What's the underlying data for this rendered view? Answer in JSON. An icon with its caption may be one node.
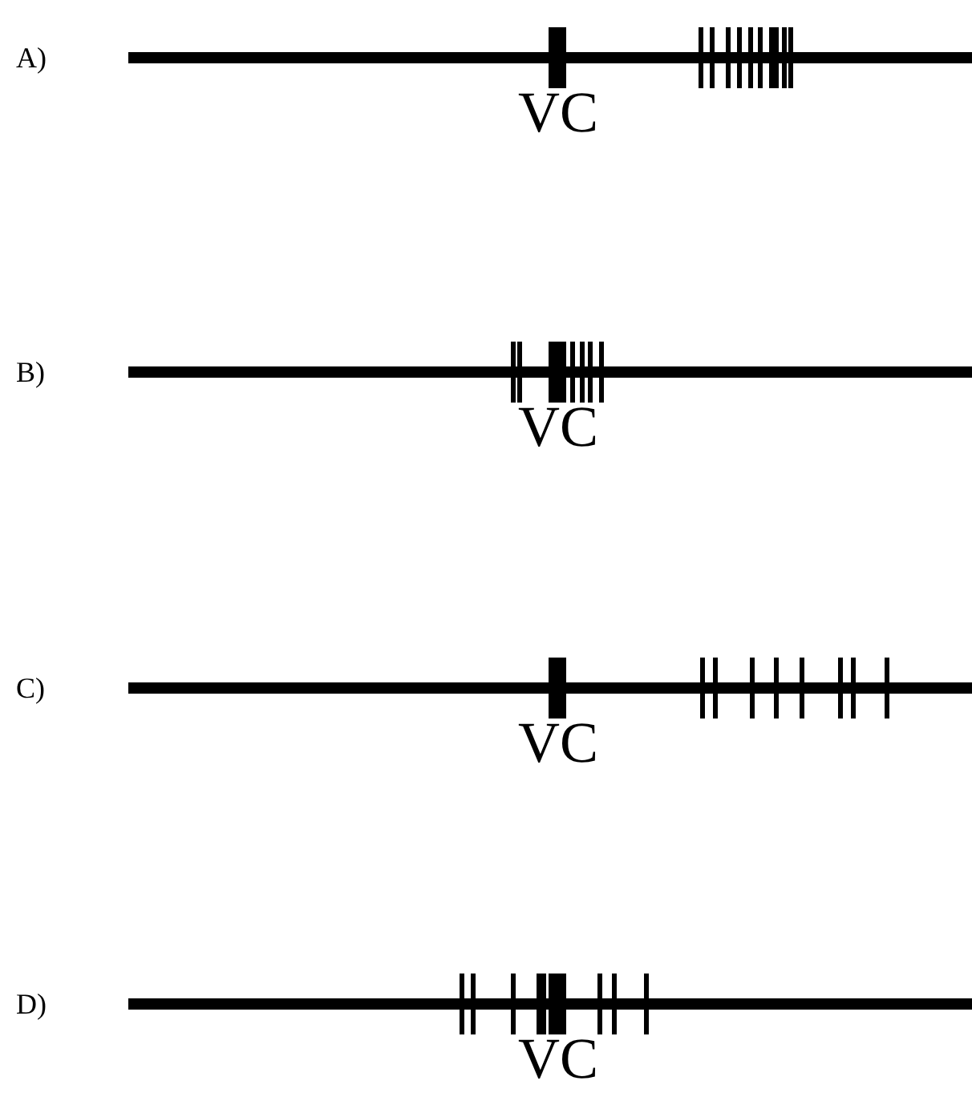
{
  "diagram": {
    "labels": [
      "A)",
      "VC",
      "B)",
      "VC",
      "C)",
      "VC",
      "D)",
      "VC"
    ]
  }
}
